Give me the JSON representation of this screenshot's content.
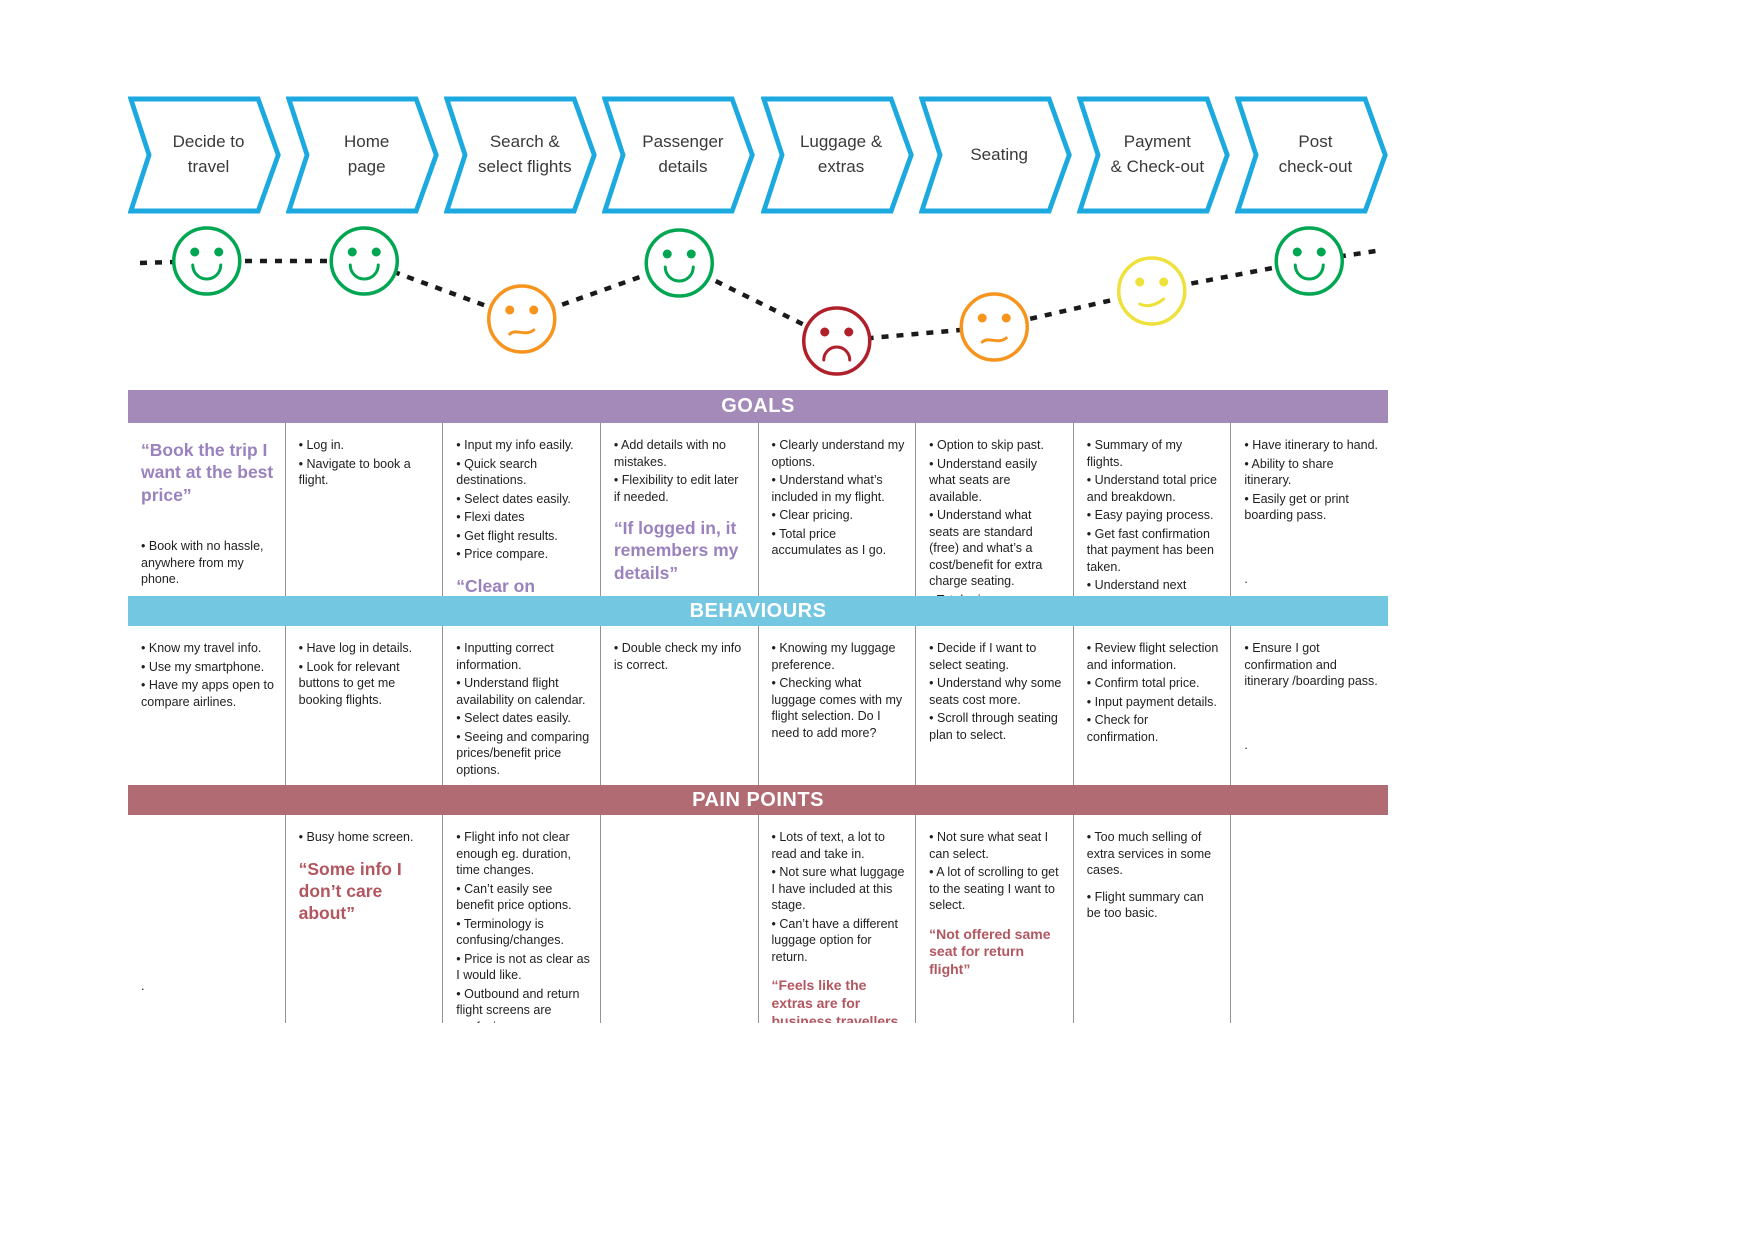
{
  "colors": {
    "chevron_blue": "#1CA9E0",
    "goals_header": "#A38AB8",
    "goals_quote": "#9A82BE",
    "behaviours_header": "#74C7E0",
    "pain_header": "#B16B73",
    "pain_quote": "#B25660",
    "happy_green": "#00A651",
    "unsure_orange": "#F7941E",
    "sad_red": "#B0202A",
    "neutral_yellow": "#EFE13C"
  },
  "journey": {
    "stages": [
      {
        "label": "Decide to\ntravel"
      },
      {
        "label": "Home\npage"
      },
      {
        "label": "Search &\nselect flights"
      },
      {
        "label": "Passenger\ndetails"
      },
      {
        "label": "Luggage &\nextras"
      },
      {
        "label": "Seating"
      },
      {
        "label": "Payment\n& Check-out"
      },
      {
        "label": "Post\ncheck-out"
      }
    ]
  },
  "emotion_curve": {
    "points": [
      {
        "stage": "Decide to travel",
        "mood": "happy",
        "color": "#00A651",
        "sentiment": 5
      },
      {
        "stage": "Home page",
        "mood": "happy",
        "color": "#00A651",
        "sentiment": 5
      },
      {
        "stage": "Search & select flights",
        "mood": "unsure",
        "color": "#F7941E",
        "sentiment": 2.1
      },
      {
        "stage": "Passenger details",
        "mood": "happy",
        "color": "#00A651",
        "sentiment": 4.9
      },
      {
        "stage": "Luggage & extras",
        "mood": "sad",
        "color": "#B0202A",
        "sentiment": 1
      },
      {
        "stage": "Seating",
        "mood": "unsure",
        "color": "#F7941E",
        "sentiment": 1.7
      },
      {
        "stage": "Payment & Check-out",
        "mood": "neutral",
        "color": "#EFE13C",
        "sentiment": 3.5
      },
      {
        "stage": "Post check-out",
        "mood": "happy",
        "color": "#00A651",
        "sentiment": 5
      }
    ]
  },
  "sections": {
    "goals": {
      "title": "GOALS",
      "columns": [
        {
          "blocks": [
            {
              "type": "quote",
              "size": "lg",
              "text": "“Book the trip I want at the best price”"
            },
            {
              "type": "bullets",
              "items": [
                "Book with no hassle, anywhere from my phone."
              ]
            }
          ]
        },
        {
          "blocks": [
            {
              "type": "bullets",
              "items": [
                "Log in.",
                "Navigate to book a flight."
              ]
            }
          ]
        },
        {
          "blocks": [
            {
              "type": "bullets",
              "items": [
                "Input my info easily.",
                "Quick search destinations.",
                "Select dates easily.",
                "Flexi dates",
                "Get flight results.",
                "Price compare."
              ]
            },
            {
              "type": "quote",
              "size": "lg",
              "text": "“Clear on price”"
            }
          ]
        },
        {
          "blocks": [
            {
              "type": "bullets",
              "items": [
                "Add details with no mistakes.",
                "Flexibility to edit later if needed."
              ]
            },
            {
              "type": "quote",
              "size": "lg",
              "text": "“If logged in, it remembers my details”"
            }
          ]
        },
        {
          "blocks": [
            {
              "type": "bullets",
              "items": [
                "Clearly understand my options.",
                "Understand what’s included in my flight.",
                "Clear pricing.",
                "Total price accumulates as I go."
              ]
            }
          ]
        },
        {
          "blocks": [
            {
              "type": "bullets",
              "items": [
                "Option to skip past.",
                "Understand easily what seats are available.",
                "Understand what seats are standard (free) and what’s a cost/benefit for extra charge seating.",
                "Total price accumulates as I go."
              ]
            }
          ]
        },
        {
          "blocks": [
            {
              "type": "bullets",
              "items": [
                "Summary of my flights.",
                "Understand total price and breakdown.",
                "Easy paying process.",
                "Get fast confirmation that payment has been taken.",
                "Understand next steps."
              ]
            },
            {
              "type": "text",
              "gap": "sm",
              "text": "."
            }
          ]
        },
        {
          "blocks": [
            {
              "type": "bullets",
              "items": [
                "Have itinerary to hand.",
                "Ability to share itinerary.",
                "Easily get or print boarding pass."
              ]
            },
            {
              "type": "text",
              "gap": "md",
              "text": "."
            }
          ]
        }
      ]
    },
    "behaviours": {
      "title": "BEHAVIOURS",
      "columns": [
        {
          "blocks": [
            {
              "type": "bullets",
              "items": [
                "Know my travel info.",
                "Use my smartphone.",
                "Have my apps open to compare airlines."
              ]
            }
          ]
        },
        {
          "blocks": [
            {
              "type": "bullets",
              "items": [
                "Have log in details.",
                "Look for relevant buttons to get me booking flights."
              ]
            }
          ]
        },
        {
          "blocks": [
            {
              "type": "bullets",
              "items": [
                "Inputting correct information.",
                "Understand flight availability on calendar.",
                "Select dates easily.",
                "Seeing and comparing prices/benefit price options."
              ]
            }
          ]
        },
        {
          "blocks": [
            {
              "type": "bullets",
              "items": [
                "Double check my info is correct."
              ]
            }
          ]
        },
        {
          "blocks": [
            {
              "type": "bullets",
              "items": [
                "Knowing my luggage preference.",
                "Checking what luggage comes with my flight selection. Do I need to add more?"
              ]
            }
          ]
        },
        {
          "blocks": [
            {
              "type": "bullets",
              "items": [
                "Decide if I want to select seating.",
                "Understand why some seats cost more.",
                "Scroll through seating plan to select."
              ]
            }
          ]
        },
        {
          "blocks": [
            {
              "type": "bullets",
              "items": [
                "Review flight selection and information.",
                "Confirm total price.",
                "Input payment details.",
                "Check for confirmation."
              ]
            }
          ]
        },
        {
          "blocks": [
            {
              "type": "bullets",
              "items": [
                "Ensure I got confirmation and itinerary /boarding pass."
              ]
            },
            {
              "type": "text",
              "gap": "md",
              "text": "."
            }
          ]
        }
      ]
    },
    "pain_points": {
      "title": "PAIN POINTS",
      "columns": [
        {
          "blocks": [
            {
              "type": "text",
              "gap": "lg",
              "text": "."
            }
          ]
        },
        {
          "blocks": [
            {
              "type": "bullets",
              "items": [
                "Busy home screen."
              ]
            },
            {
              "type": "quote",
              "size": "lg",
              "text": "“Some info I don’t care about”"
            }
          ]
        },
        {
          "blocks": [
            {
              "type": "bullets",
              "items": [
                "Flight info not clear enough eg. duration, time changes.",
                "Can’t easily see benefit price options.",
                "Terminology is confusing/changes.",
                "Price is not as clear as I would like.",
                "Outbound and return flight screens are confusing."
              ]
            }
          ]
        },
        {
          "blocks": []
        },
        {
          "blocks": [
            {
              "type": "bullets",
              "items": [
                "Lots of text, a lot to read and take in.",
                "Not sure what luggage I have included at this stage.",
                "Can’t have a different luggage option for return."
              ]
            },
            {
              "type": "quote",
              "size": "md",
              "text": "“Feels like the extras are for business travellers only”"
            }
          ]
        },
        {
          "blocks": [
            {
              "type": "bullets",
              "items": [
                "Not sure what seat I can select.",
                "A lot of scrolling to get to the seating I want to select."
              ]
            },
            {
              "type": "quote",
              "size": "md",
              "text": "“Not offered same seat for return flight”"
            }
          ]
        },
        {
          "blocks": [
            {
              "type": "bullets",
              "items": [
                "Too much selling of extra services in some cases."
              ]
            },
            {
              "type": "bullets",
              "items": [
                "Flight summary can be too basic."
              ]
            }
          ]
        },
        {
          "blocks": []
        }
      ]
    }
  }
}
